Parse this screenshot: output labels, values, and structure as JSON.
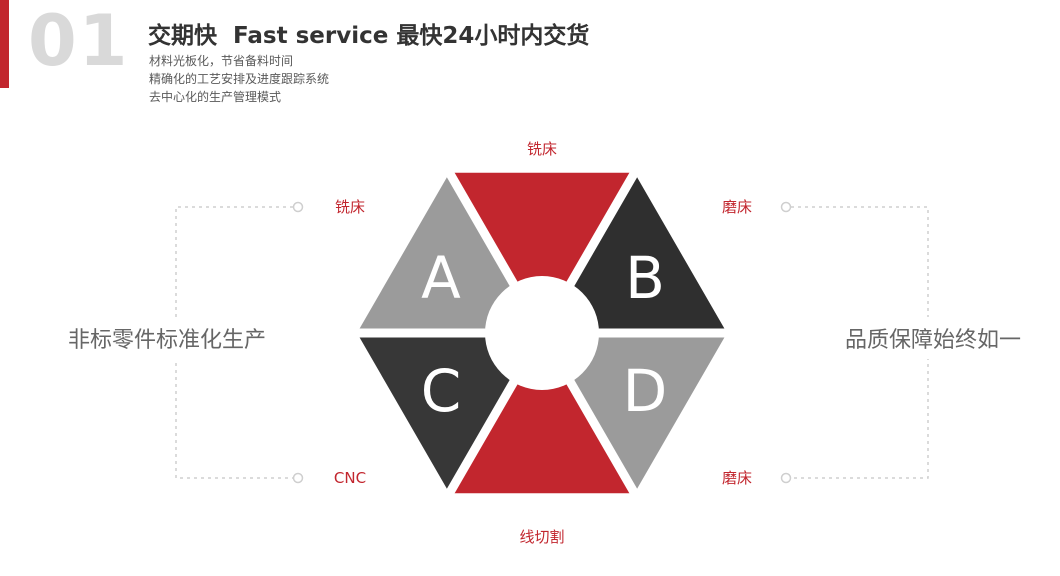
{
  "header": {
    "index": "01",
    "title": "交期快  Fast service 最快24小时内交货",
    "bullets": [
      "材料光板化，节省备料时间",
      "精确化的工艺安排及进度跟踪系统",
      "去中心化的生产管理模式"
    ]
  },
  "captions": {
    "left": "非标零件标准化生产",
    "right": "品质保障始终如一"
  },
  "diagram": {
    "segments": {
      "top": {
        "label": "铣床",
        "color": "#c2262e"
      },
      "upper_left": {
        "label": "铣床",
        "color": "#9b9b9b",
        "letter": "A"
      },
      "upper_right": {
        "label": "磨床",
        "color": "#2f2f2f",
        "letter": "B"
      },
      "lower_left": {
        "label": "CNC",
        "color": "#373737",
        "letter": "C"
      },
      "lower_right": {
        "label": "磨床",
        "color": "#9b9b9b",
        "letter": "D"
      },
      "bottom": {
        "label": "线切割",
        "color": "#c2262e"
      }
    },
    "colors": {
      "accent": "#c2262e",
      "dash": "#cfcfcf",
      "letter": "#ffffff"
    }
  }
}
